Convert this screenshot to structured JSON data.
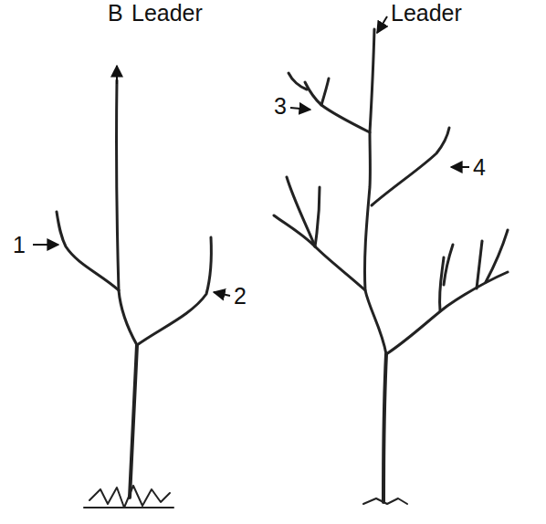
{
  "diagram": {
    "labels": [
      "B",
      "Leader",
      "1",
      "2",
      "Leader",
      "3",
      "4"
    ]
  }
}
